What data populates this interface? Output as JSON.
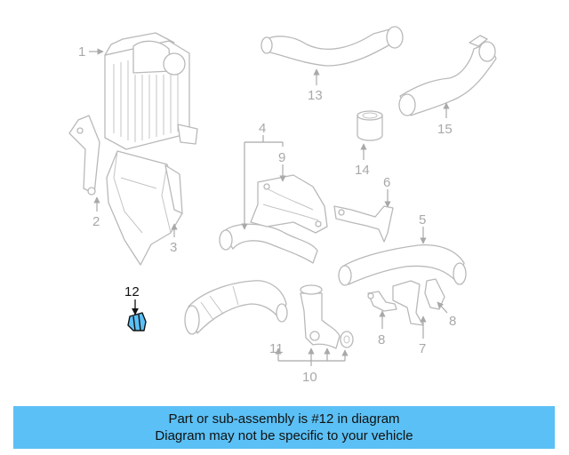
{
  "highlight_color": "#5bc0f5",
  "callouts": {
    "c1": "1",
    "c2": "2",
    "c3": "3",
    "c4": "4",
    "c5": "5",
    "c6": "6",
    "c7": "7",
    "c8a": "8",
    "c8b": "8",
    "c9": "9",
    "c10": "10",
    "c11": "11",
    "c12": "12",
    "c13": "13",
    "c14": "14",
    "c15": "15"
  },
  "banner": {
    "line1": "Part or sub-assembly is #12 in diagram",
    "line2": "Diagram may not be specific to your vehicle"
  }
}
